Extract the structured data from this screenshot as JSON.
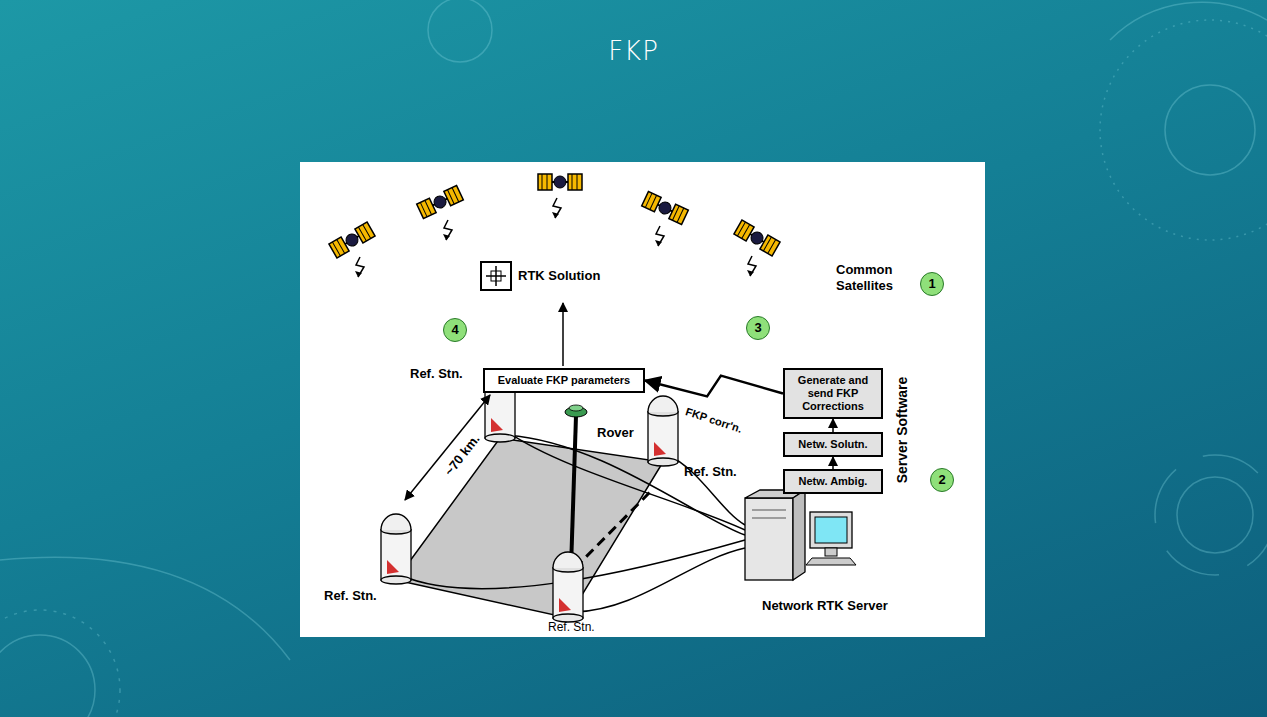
{
  "diagram": {
    "title": "FKP",
    "nodes": [
      {
        "text": [
          "Evaluate FKP parameters"
        ]
      },
      {
        "text": [
          "Generate and send FKP Corrections"
        ]
      },
      {
        "text": [
          "Netw. Solutn."
        ]
      },
      {
        "text": [
          "Netw. Ambig."
        ]
      }
    ],
    "edges": [
      {
        "from": 3,
        "to": 2,
        "arrow": "to"
      },
      {
        "from": 2,
        "to": 1,
        "arrow": "to"
      },
      {
        "from": 1,
        "to": 0,
        "label": "FKP corr'n.",
        "arrow": "to"
      }
    ],
    "labels": [
      "RTK Solution",
      "Common Satellites",
      "1",
      "4",
      "3",
      "Rover",
      "Ref. Stn.",
      "Ref. Stn.",
      "Ref. Stn.",
      "Ref. Stn.",
      "~70 km.",
      "Server Software",
      "2",
      "Network RTK Server"
    ]
  }
}
